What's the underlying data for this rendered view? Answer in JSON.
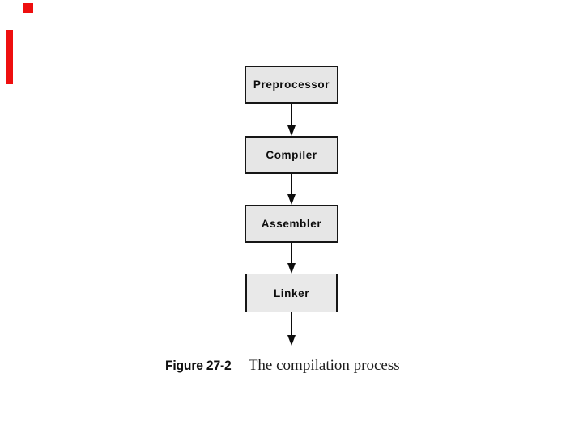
{
  "slide": {
    "background_color": "#ffffff",
    "accent_color": "#ee0f0f"
  },
  "diagram": {
    "type": "vertical-flowchart",
    "box_fill_color": "#e6e6e6",
    "box_border_color": "#161616",
    "arrow_color": "#0d0d0d",
    "stages": [
      {
        "label": "Preprocessor"
      },
      {
        "label": "Compiler"
      },
      {
        "label": "Assembler"
      },
      {
        "label": "Linker"
      }
    ]
  },
  "caption": {
    "figure_label": "Figure 27-2",
    "title": "The compilation process"
  }
}
